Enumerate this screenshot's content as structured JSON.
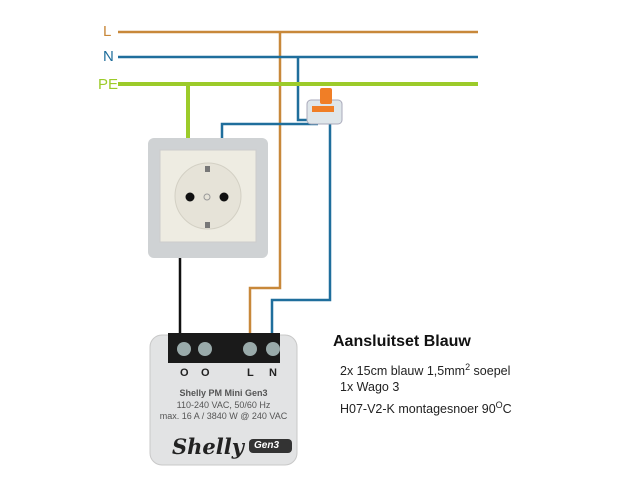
{
  "wires": {
    "l_label": "L",
    "n_label": "N",
    "pe_label": "PE",
    "colors": {
      "L": "#c8883a",
      "N": "#1f6e9c",
      "PE": "#9ccb2a"
    }
  },
  "title": "Aansluitset Blauw",
  "items": [
    {
      "text": "2x 15cm blauw 1,5mm",
      "sup": "2",
      "after": " soepel"
    },
    {
      "text": "1x Wago 3",
      "sup": "",
      "after": ""
    },
    {
      "text": "H07-V2-K montagesnoer 90",
      "sup": "O",
      "after": "C"
    }
  ],
  "module": {
    "terminals": [
      "O",
      "O",
      "L",
      "N"
    ],
    "name": "Shelly PM Mini Gen3",
    "rating1": "110-240 VAC, 50/60 Hz",
    "rating2": "max. 16 A / 3840 W @ 240 VAC",
    "brand": "Shelly",
    "badge": "Gen3"
  }
}
